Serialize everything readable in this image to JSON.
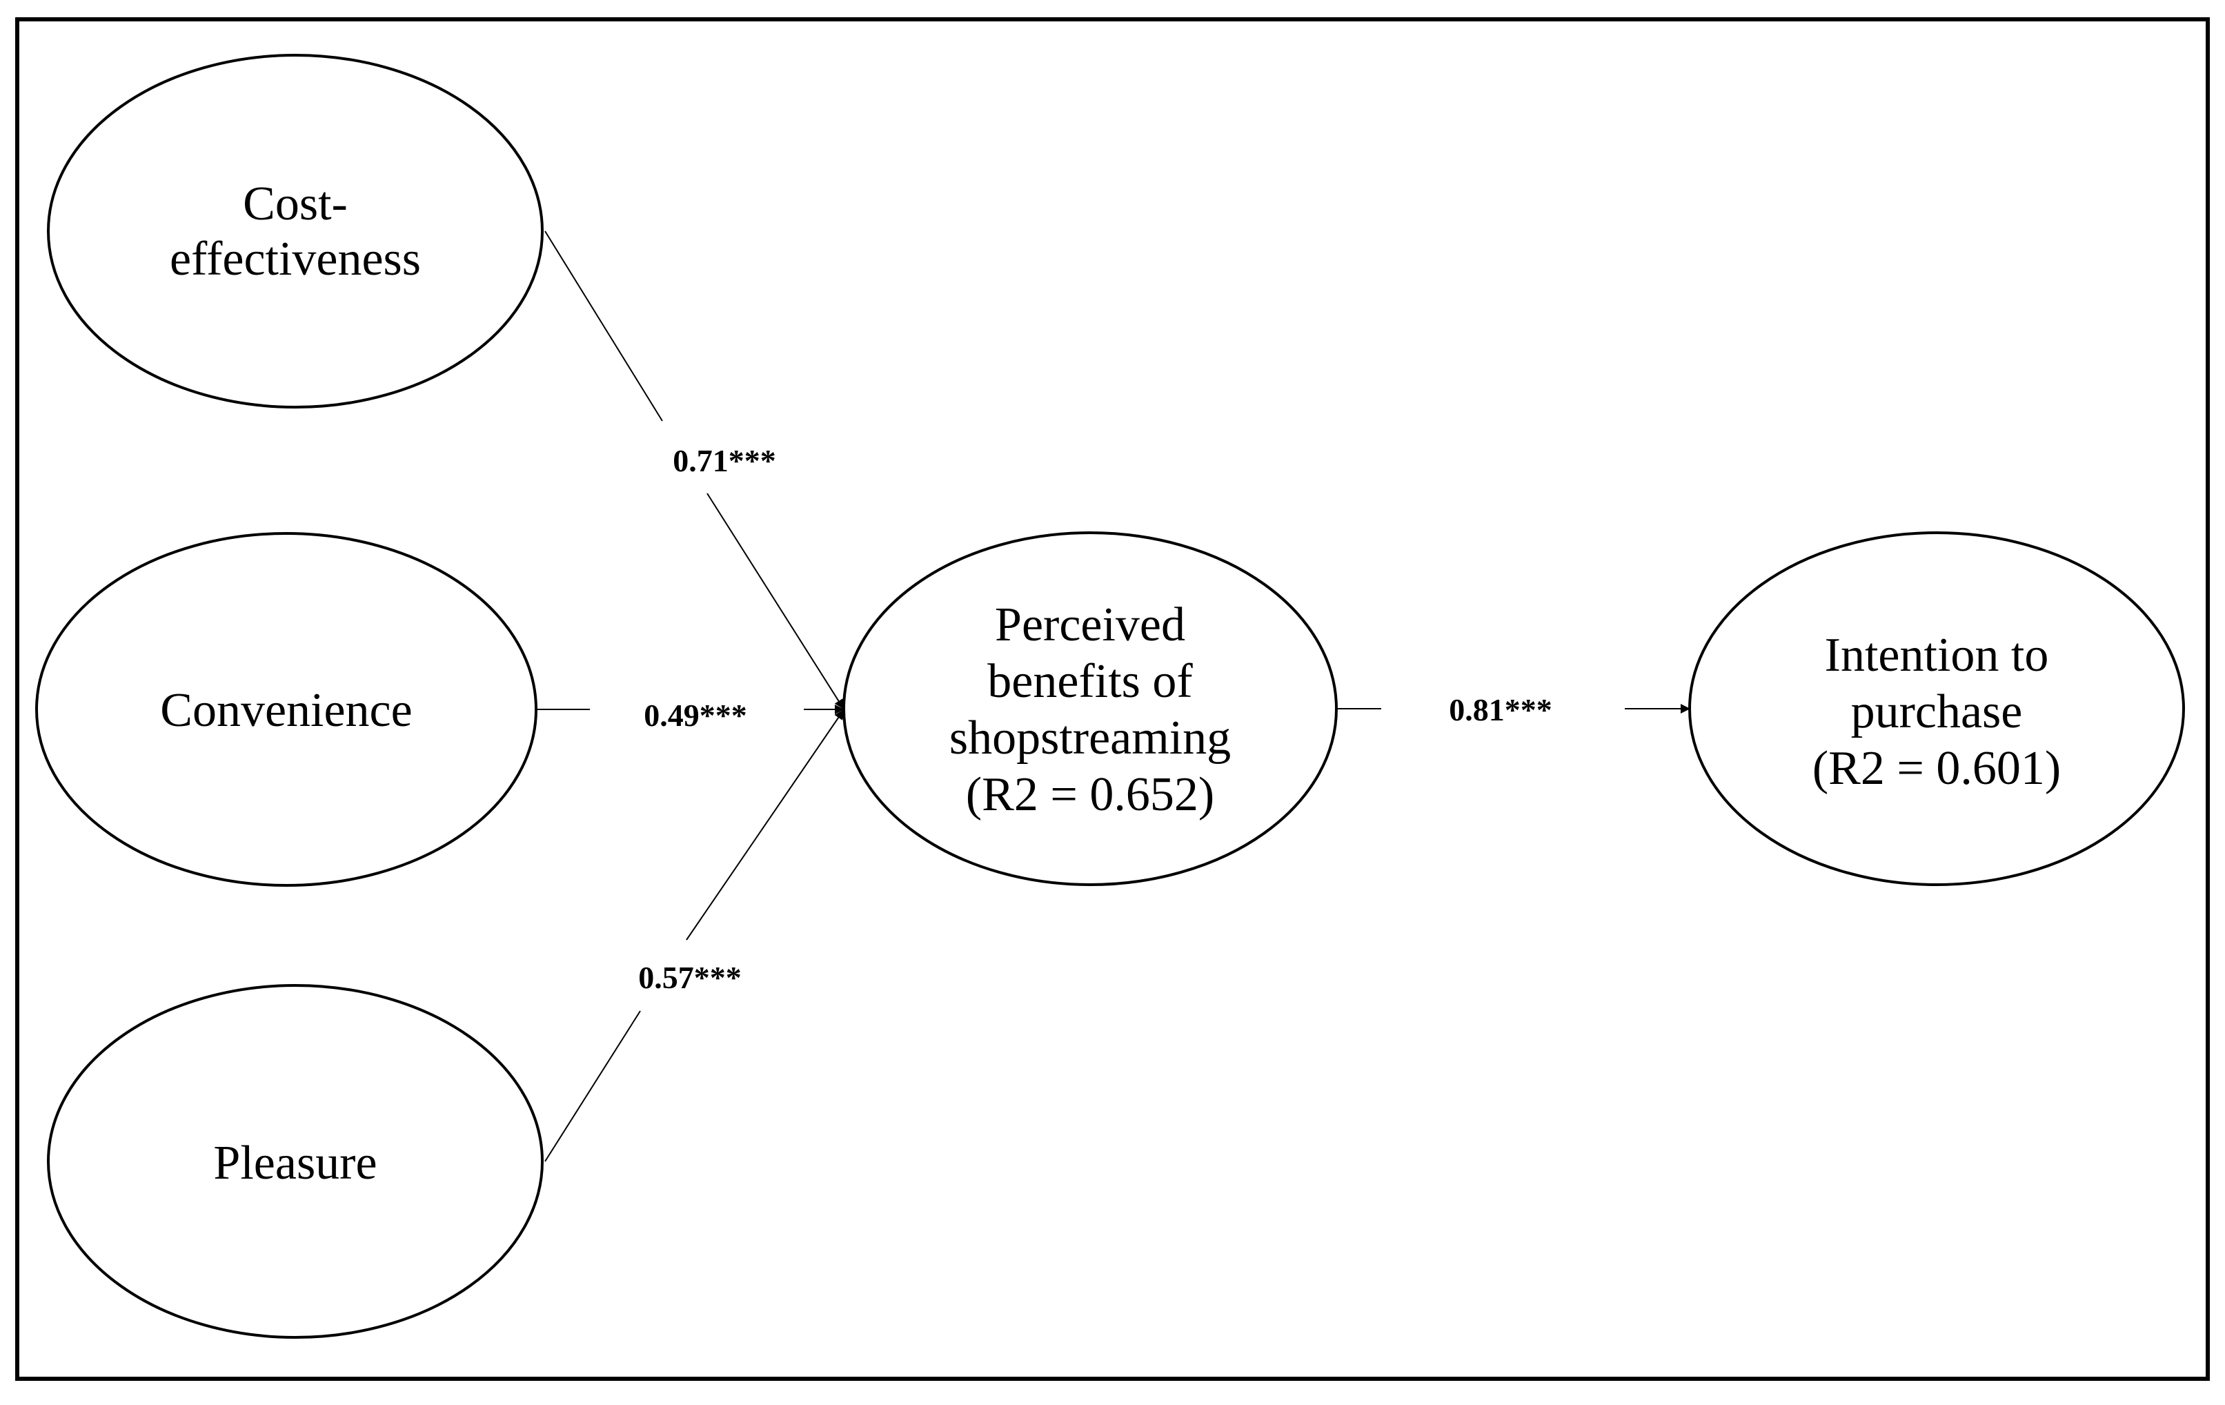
{
  "nodes": {
    "cost_effectiveness": {
      "line1": "Cost-",
      "line2": "effectiveness"
    },
    "convenience": {
      "line1": "Convenience"
    },
    "pleasure": {
      "line1": "Pleasure"
    },
    "perceived_benefits": {
      "line1": "Perceived",
      "line2": "benefits of",
      "line3": "shopstreaming",
      "line4": "(R2 = 0.652)"
    },
    "intention": {
      "line1": "Intention to",
      "line2": "purchase",
      "line3": "(R2 = 0.601)"
    }
  },
  "paths": {
    "cost_to_benefits": "0.71***",
    "convenience_to_benefits": "0.49***",
    "pleasure_to_benefits": "0.57***",
    "benefits_to_intention": "0.81***"
  },
  "colors": {
    "stroke": "#000000",
    "background": "#ffffff"
  }
}
